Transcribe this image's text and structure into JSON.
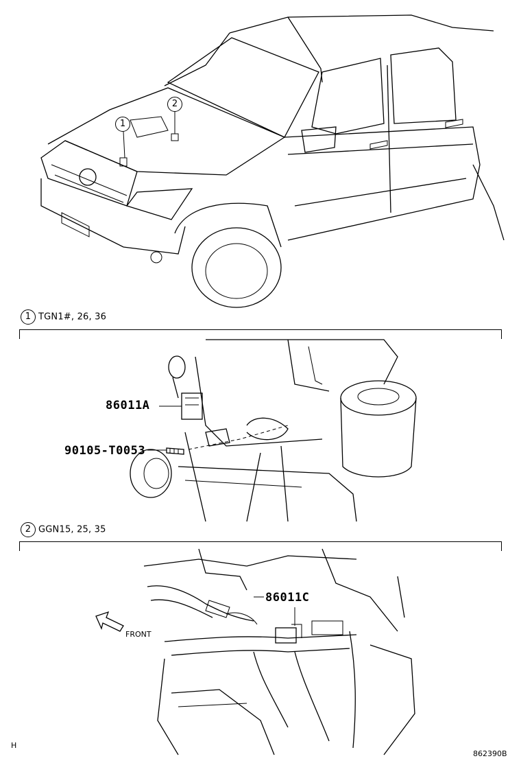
{
  "vehicle_callouts": [
    "1",
    "2"
  ],
  "section1": {
    "number": "1",
    "label": "TGN1#, 26, 36"
  },
  "section2": {
    "number": "2",
    "label": "GGN15, 25, 35"
  },
  "parts": {
    "relay_a": "86011A",
    "bolt": "90105-T0053",
    "relay_c": "86011C"
  },
  "front_label": "FRONT",
  "footer": {
    "left": "H",
    "right": "862390B"
  }
}
